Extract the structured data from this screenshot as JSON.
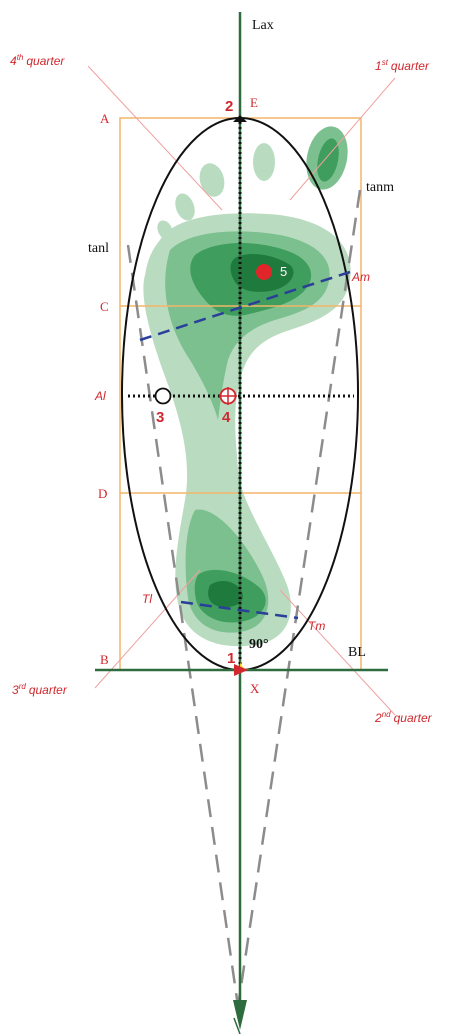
{
  "labels": {
    "axis_top": "Lax",
    "axis_bottom": "X",
    "base_line": "BL",
    "tangent_lateral": "tanl",
    "tangent_medial": "tanm",
    "angle": "90°",
    "points": {
      "A": "A",
      "B": "B",
      "C": "C",
      "D": "D",
      "E": "E",
      "Al": "Al",
      "Am": "Am",
      "Tl": "Tl",
      "Tm": "Tm"
    },
    "numbers": {
      "n1": "1",
      "n2": "2",
      "n3": "3",
      "n4": "4",
      "n5": "5"
    },
    "quarters": {
      "q1_num": "1",
      "q1_sup": "st",
      "q1_word": "quarter",
      "q2_num": "2",
      "q2_sup": "nd",
      "q2_word": "quarter",
      "q3_num": "3",
      "q3_sup": "rd",
      "q3_word": "quarter",
      "q4_num": "4",
      "q4_sup": "th",
      "q4_word": "quarter"
    }
  },
  "colors": {
    "axis": "#2e6b3f",
    "ellipse": "#111111",
    "box": "#f2b56b",
    "quarter_lines": "#f0a0a0",
    "red": "#d0282e",
    "dashed_blue": "#2a3f9a",
    "tangent": "#8c8c8c",
    "foot_light": "#b9dcc0",
    "foot_mid": "#7cc08f",
    "foot_dark": "#3f9e5d",
    "foot_darkest": "#1f7a3e"
  }
}
